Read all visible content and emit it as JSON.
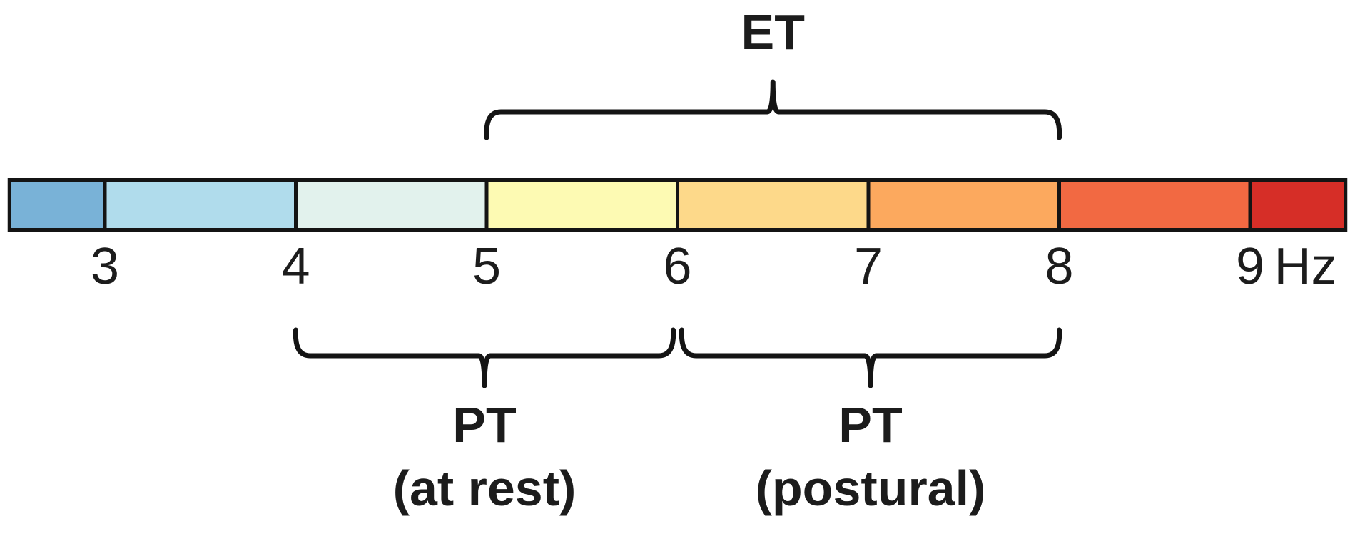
{
  "figure": {
    "title_hidden": "",
    "unit": "Hz",
    "axis": {
      "min_hz": 2.5,
      "max_hz": 9.5,
      "tick_values": [
        3,
        4,
        5,
        6,
        7,
        8,
        9
      ]
    },
    "ticks": [
      {
        "hz": 3,
        "label": "3"
      },
      {
        "hz": 4,
        "label": "4"
      },
      {
        "hz": 5,
        "label": "5"
      },
      {
        "hz": 6,
        "label": "6"
      },
      {
        "hz": 7,
        "label": "7"
      },
      {
        "hz": 8,
        "label": "8"
      },
      {
        "hz": 9,
        "label": "9"
      }
    ],
    "unit_label": {
      "text": "Hz",
      "hz": 9.29
    },
    "segments": [
      {
        "name": "band-2.5-3",
        "from_hz": 2.5,
        "to_hz": 3,
        "color": "#79b2d7"
      },
      {
        "name": "band-3-4",
        "from_hz": 3,
        "to_hz": 4,
        "color": "#b0dcec"
      },
      {
        "name": "band-4-5",
        "from_hz": 4,
        "to_hz": 5,
        "color": "#e2f2ed"
      },
      {
        "name": "band-5-6",
        "from_hz": 5,
        "to_hz": 6,
        "color": "#fdfab3"
      },
      {
        "name": "band-6-7",
        "from_hz": 6,
        "to_hz": 7,
        "color": "#fdd98a"
      },
      {
        "name": "band-7-8",
        "from_hz": 7,
        "to_hz": 8,
        "color": "#fca95e"
      },
      {
        "name": "band-8-9",
        "from_hz": 8,
        "to_hz": 9,
        "color": "#f26942"
      },
      {
        "name": "band-9-9.5",
        "from_hz": 9,
        "to_hz": 9.5,
        "color": "#d62e27"
      }
    ],
    "brackets": [
      {
        "id": "et",
        "label": "ET",
        "sublabel": "",
        "side": "above",
        "from_hz": 5,
        "to_hz": 8
      },
      {
        "id": "pt-rest",
        "label": "PT",
        "sublabel": "(at rest)",
        "side": "below",
        "from_hz": 4,
        "to_hz": 6
      },
      {
        "id": "pt-postural",
        "label": "PT",
        "sublabel": "(postural)",
        "side": "below",
        "from_hz": 6,
        "to_hz": 8
      }
    ],
    "colors": {
      "outline": "#141414",
      "text": "#1c1c1c",
      "background": "#ffffff"
    }
  }
}
